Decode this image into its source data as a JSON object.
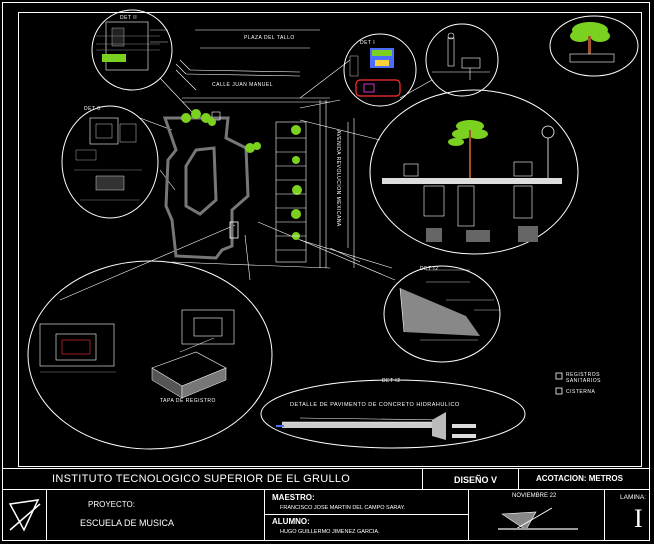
{
  "drawing": {
    "labels": {
      "plaza": "PLAZA DEL TALLO",
      "calle": "CALLE JUAN MANUEL",
      "avenida": "AVENIDA REVOLUCION MEXICANA",
      "det_top": "DET II",
      "det_left": "DET 0",
      "det_mid": "DET I",
      "det_right": "DET II",
      "det_slope": "DET I2",
      "det_bottom": "DET I2",
      "bottom_detail_title": "DETALLE DE PAVIMENTO DE CONCRETO HIDRAHULICO",
      "left_detail_caption": "TAPA DE REGISTRO"
    },
    "legend": [
      {
        "symbol": "▣",
        "text": "REGISTROS SANITARIOS"
      },
      {
        "symbol": "▣",
        "text": "CISTERNA"
      }
    ]
  },
  "title_block": {
    "institution": "INSTITUTO TECNOLOGICO SUPERIOR DE EL GRULLO",
    "course": "DISEÑO V",
    "units": "ACOTACION: METROS",
    "project_label": "PROYECTO:",
    "project_name": "ESCUELA DE MUSICA",
    "teacher_label": "MAESTRO:",
    "teacher_name": "FRANCISCO JOSE MARTIN DEL CAMPO SARAY.",
    "student_label": "ALUMNO:",
    "student_name": "HUGO GUILLERMO JIMENEZ GARCIA.",
    "date": "NOVIEMBRE 22",
    "sheet_label": "LAMINA:",
    "sheet_number": "I"
  },
  "colors": {
    "background": "#000000",
    "lines": "#ffffff",
    "plants": "#7bd11f",
    "accent_red": "#ff3030",
    "accent_magenta": "#ff40ff",
    "accent_blue": "#4a6cff"
  }
}
